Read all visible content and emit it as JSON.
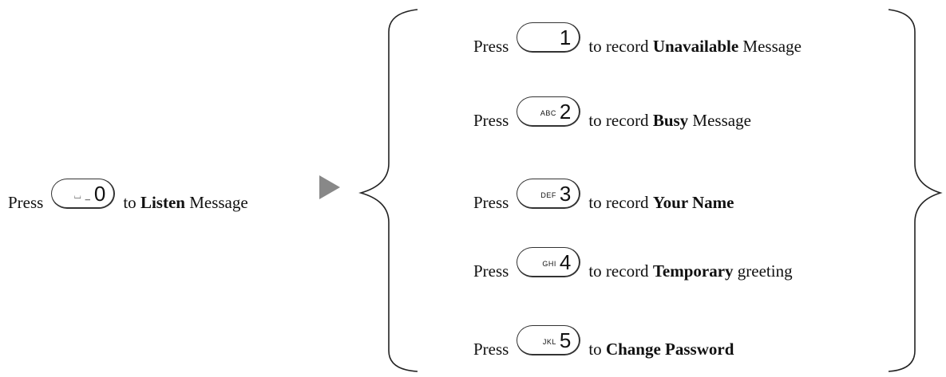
{
  "main": {
    "press": "Press",
    "key": {
      "letters": "⌴ _",
      "digit": "0"
    },
    "pre": "to",
    "bold": "Listen",
    "post": "Message"
  },
  "options": [
    {
      "key_letters": "",
      "key_digit": "1",
      "pre": "to record",
      "bold": "Unavailable",
      "post": "Message"
    },
    {
      "key_letters": "ABC",
      "key_digit": "2",
      "pre": "to record",
      "bold": "Busy",
      "post": "Message"
    },
    {
      "key_letters": "DEF",
      "key_digit": "3",
      "pre": "to record",
      "bold": "Your Name",
      "post": ""
    },
    {
      "key_letters": "GHI",
      "key_digit": "4",
      "pre": "to record",
      "bold": "Temporary",
      "post": "greeting"
    },
    {
      "key_letters": "JKL",
      "key_digit": "5",
      "pre": "to",
      "bold": "Change Password",
      "post": ""
    }
  ],
  "press_label": "Press",
  "colors": {
    "arrow": "#888888",
    "text": "#111111",
    "stroke": "#333333"
  }
}
